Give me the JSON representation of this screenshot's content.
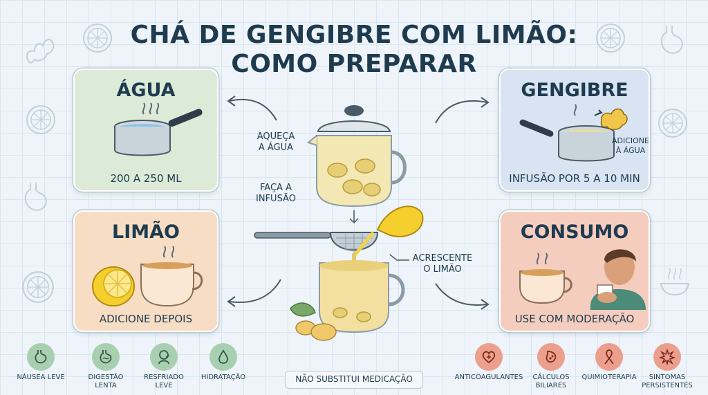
{
  "title": {
    "line1": "CHÁ DE GENGIBRE COM LIMÃO:",
    "line2": "COMO PREPARAR"
  },
  "cards": {
    "agua": {
      "title": "ÁGUA",
      "caption": "200 A 250 ML",
      "color": "#dcebd8"
    },
    "gengibre": {
      "title": "GENGIBRE",
      "caption": "INFUSÃO POR 5 A 10 MIN",
      "note_line1": "ADICIONE",
      "note_line2": "À ÁGUA",
      "color": "#d8e4f1"
    },
    "limao": {
      "title": "LIMÃO",
      "caption": "ADICIONE DEPOIS",
      "color": "#f7ddc4"
    },
    "consumo": {
      "title": "CONSUMO",
      "caption": "USE COM MODERAÇÃO",
      "color": "#f5cdbf"
    }
  },
  "steps": {
    "heat_line1": "AQUEÇA",
    "heat_line2": "A ÁGUA",
    "infuse_line1": "FAÇA A",
    "infuse_line2": "INFUSÃO",
    "lemon_line1": "ACRESCENTE",
    "lemon_line2": "O LIMÃO"
  },
  "benefits": [
    {
      "line1": "NÁUSEA LEVE",
      "line2": "",
      "icon": "stomach-icon"
    },
    {
      "line1": "DIGESTÃO",
      "line2": "LENTA",
      "icon": "digestion-icon"
    },
    {
      "line1": "RESFRIADO",
      "line2": "LEVE",
      "icon": "cold-icon"
    },
    {
      "line1": "HIDRATAÇÃO",
      "line2": "",
      "icon": "water-drop-icon"
    }
  ],
  "warning": "NÃO SUBSTITUI MEDICAÇÃO",
  "cautions": [
    {
      "line1": "ANTICOAGULANTES",
      "line2": "",
      "icon": "heart-pill-icon"
    },
    {
      "line1": "CÁLCULOS",
      "line2": "BILIARES",
      "icon": "gallbladder-icon"
    },
    {
      "line1": "QUIMIOTERAPIA",
      "line2": "",
      "icon": "ribbon-icon"
    },
    {
      "line1": "SINTOMAS",
      "line2": "PERSISTENTES",
      "icon": "alert-burst-icon"
    }
  ],
  "colors": {
    "background": "#eef4f9",
    "text": "#1e3b50",
    "benefit_accent": "#a9cfb1",
    "caution_accent": "#ec9f8d"
  }
}
